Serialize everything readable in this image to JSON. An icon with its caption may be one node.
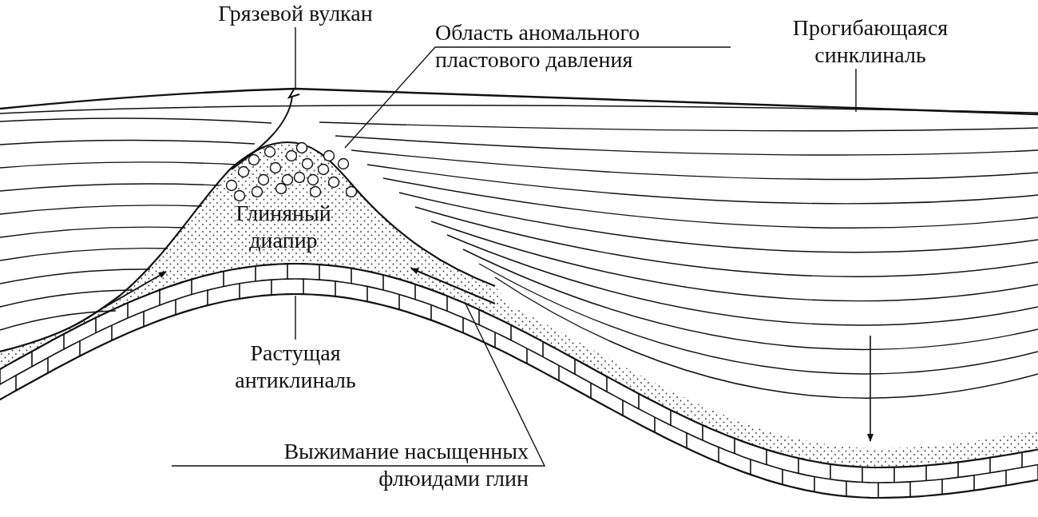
{
  "diagram": {
    "nodes": [
      {
        "text": [
          "Грязевой вулкан"
        ]
      },
      {
        "text": [
          "Область аномального пластового давления"
        ]
      },
      {
        "text": [
          "Прогибающаяся синклиналь"
        ]
      },
      {
        "text": [
          "Растущая антиклиналь"
        ]
      },
      {
        "text": [
          "Выжимание насыщенных флюидами глин"
        ]
      }
    ],
    "edges": [
      {
        "from": 0,
        "to": null,
        "arrow": "none"
      },
      {
        "from": 1,
        "to": null,
        "arrow": "none"
      },
      {
        "from": 2,
        "to": null,
        "arrow": "none"
      },
      {
        "from": 3,
        "to": null,
        "arrow": "none"
      },
      {
        "from": 4,
        "to": null,
        "arrow": "none"
      }
    ],
    "labels": [
      "Глиняный диапир"
    ]
  }
}
